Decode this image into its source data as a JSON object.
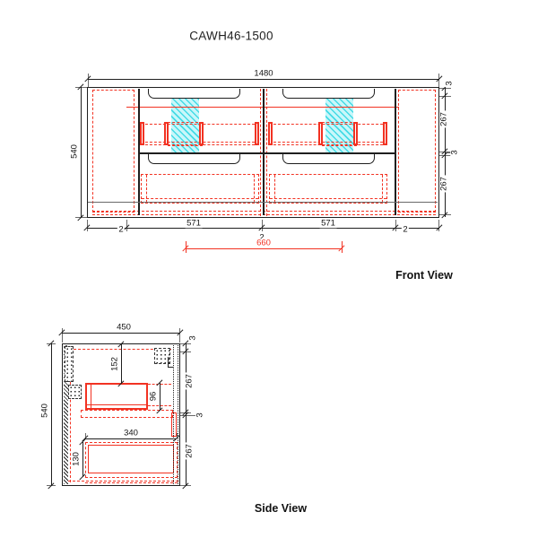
{
  "title": "CAWH46-1500",
  "colors": {
    "ink": "#1f1f1f",
    "red": "#f23222",
    "cyan-fill": "#c9f7fa",
    "cyan-hatch": "#44dbe6"
  },
  "front_view": {
    "label": "Front View",
    "overall_width": "1480",
    "overall_height": "540",
    "right_chain": [
      "3",
      "267",
      "3",
      "267"
    ],
    "bottom_chain": [
      "2",
      "571",
      "2",
      "571",
      "2"
    ],
    "center_span": "660"
  },
  "side_view": {
    "label": "Side View",
    "overall_depth": "450",
    "overall_height": "540",
    "right_chain": [
      "3",
      "267",
      "3",
      "267"
    ],
    "top_drawer_offset": "152",
    "top_drawer_height": "96",
    "bottom_drawer_depth": "340",
    "bottom_drawer_height": "130"
  }
}
